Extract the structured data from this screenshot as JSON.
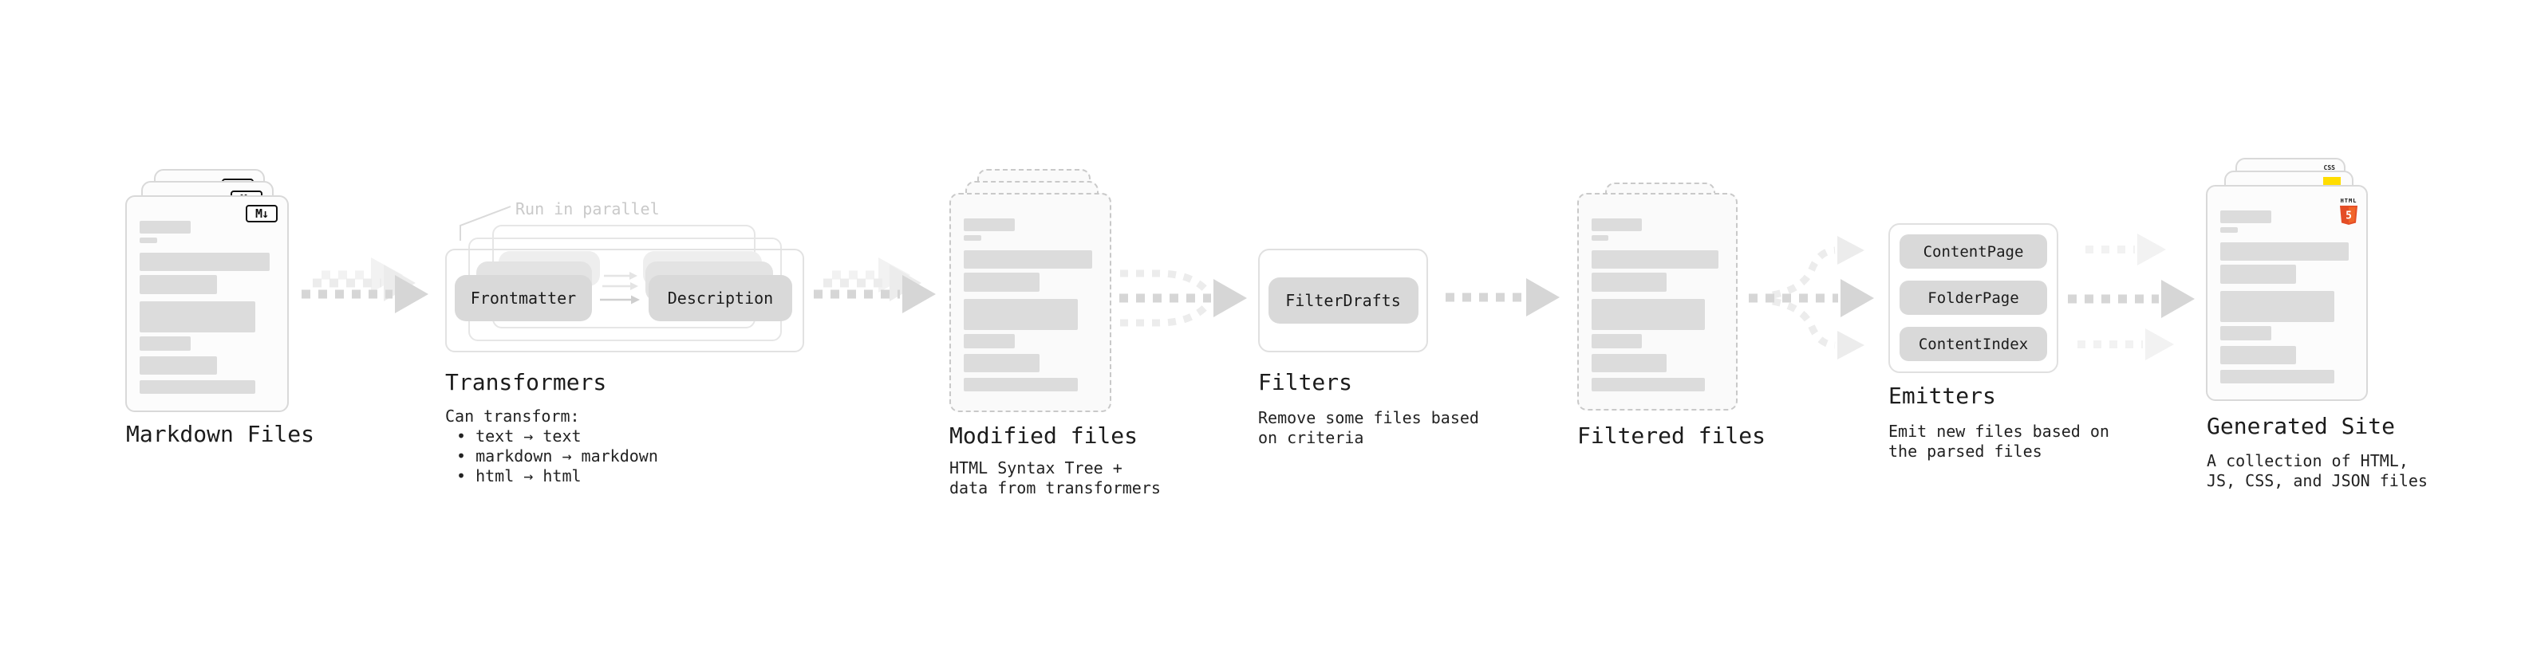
{
  "sections": {
    "markdown_files": {
      "title": "Markdown Files",
      "badge_label": "M↓"
    },
    "transformers": {
      "note": "Run in parallel",
      "source_pill": "Frontmatter",
      "target_pill": "Description",
      "title": "Transformers",
      "intro": "Can transform:",
      "bullets": [
        "text → text",
        "markdown → markdown",
        "html → html"
      ]
    },
    "modified_files": {
      "title": "Modified files",
      "subtitle": [
        "HTML Syntax Tree +",
        "data from transformers"
      ]
    },
    "filters": {
      "pill": "FilterDrafts",
      "title": "Filters",
      "subtitle": [
        "Remove some files based",
        "on criteria"
      ]
    },
    "filtered_files": {
      "title": "Filtered files"
    },
    "emitters": {
      "pills": [
        "ContentPage",
        "FolderPage",
        "ContentIndex"
      ],
      "title": "Emitters",
      "subtitle": [
        "Emit new files based on",
        "the parsed files"
      ]
    },
    "generated_site": {
      "title": "Generated Site",
      "subtitle": [
        "A collection of HTML,",
        "JS, CSS, and JSON files"
      ],
      "css_badge": "CSS",
      "html_badge_text": "HTML",
      "html_badge_number": "5"
    }
  },
  "colors": {
    "arrow_dark": "#d6d6d6",
    "arrow_light": "#ececec",
    "arrow_extra_light": "#f2f2f2",
    "html5_shield_dark": "#E44D26",
    "html5_shield_light": "#F16529",
    "js_yellow": "#ffdd00",
    "css_blue": "#2f6cf0"
  }
}
